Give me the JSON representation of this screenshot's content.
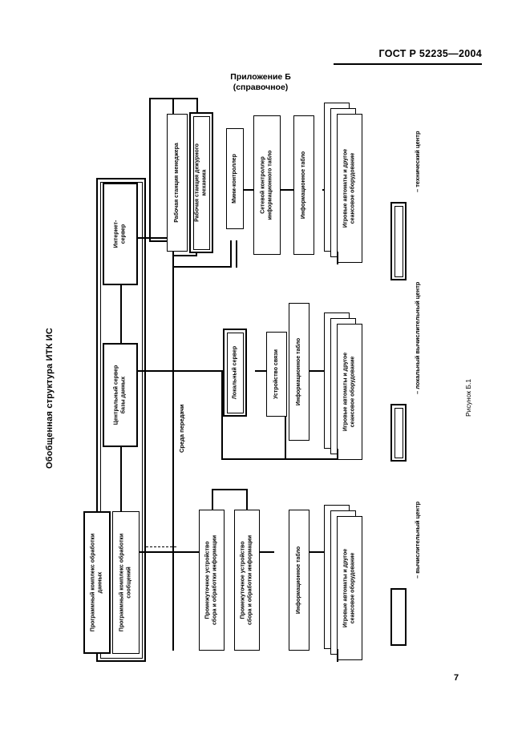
{
  "document": {
    "standard_header": "ГОСТ Р 52235—2004",
    "annex_title_line1": "Приложение Б",
    "annex_title_line2": "(справочное)",
    "page_number": "7",
    "figure_caption": "Рисунок Б.1",
    "diagram_title": "Обобщенная структура ИТК ИС"
  },
  "diagram": {
    "medium_label": "Среда передачи",
    "nodes": {
      "internet_server": "Интернет-\nсервер",
      "internet_server_l1": "Интернет-",
      "internet_server_l2": "сервер",
      "central_db_l1": "Центральный сервер",
      "central_db_l2": "базы данных",
      "software_data_l1": "Программный комплекс обработки",
      "software_data_l2": "данных",
      "software_msg_l1": "Программный комплекс обработки",
      "software_msg_l2": "сообщений",
      "manager_ws": "Рабочая станция менеджера",
      "duty_mech_ws_l1": "Рабочая станция дежурного",
      "duty_mech_ws_l2": "механика",
      "mini_controller": "Мини-контроллер",
      "net_controller_l1": "Сетевой контроллер",
      "net_controller_l2": "информационного табло",
      "info_board": "Информационное табло",
      "gaming_machines_l1": "Игровые автоматы и другое",
      "gaming_machines_l2": "сеансовое оборудование",
      "local_server": "Локальный сервер",
      "comm_device": "Устройство связи",
      "intermediate_device_l1": "Промежуточное устройство",
      "intermediate_device_l2": "сбора и обработки информации"
    }
  },
  "legend": {
    "items": [
      {
        "label": "– технический центр",
        "style": "double"
      },
      {
        "label": "– локальный вычислительный центр",
        "style": "double"
      },
      {
        "label": "– вычислительный центр",
        "style": "single"
      }
    ]
  }
}
